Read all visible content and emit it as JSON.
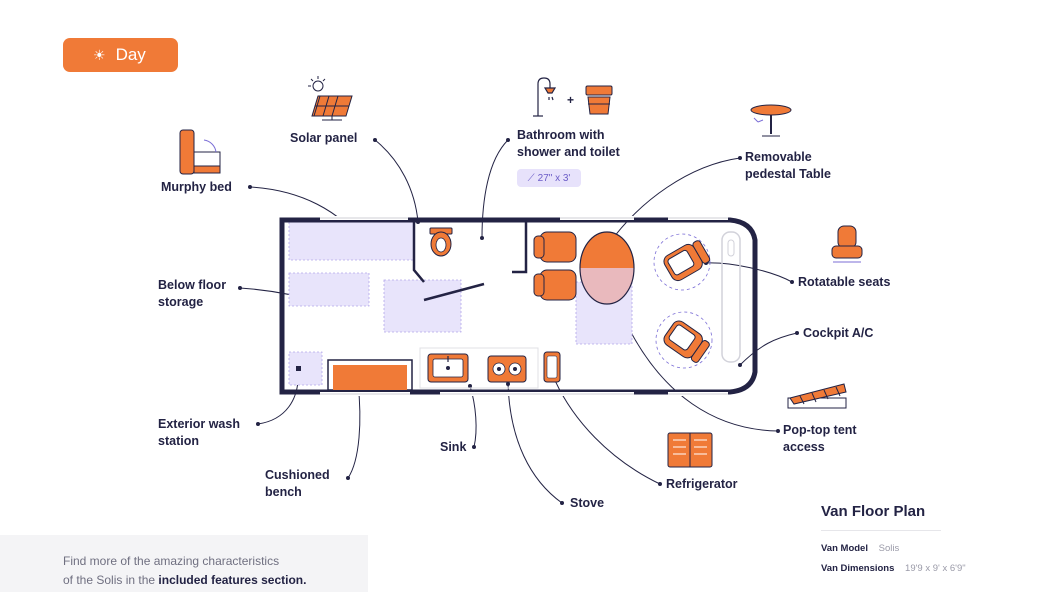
{
  "toggle": {
    "label": "Day",
    "icon": "sun-icon"
  },
  "labels": {
    "solar_panel": "Solar panel",
    "bathroom_1": "Bathroom with",
    "bathroom_2": "shower and toilet",
    "bathroom_size": "27\" x 3'",
    "table_1": "Removable",
    "table_2": "pedestal Table",
    "murphy_bed": "Murphy bed",
    "storage_1": "Below floor",
    "storage_2": "storage",
    "rotatable_seats": "Rotatable seats",
    "cockpit_ac": "Cockpit A/C",
    "wash_1": "Exterior wash",
    "wash_2": "station",
    "sink": "Sink",
    "bench_1": "Cushioned",
    "bench_2": "bench",
    "stove": "Stove",
    "refrigerator": "Refrigerator",
    "poptop_1": "Pop-top tent",
    "poptop_2": "access"
  },
  "note": {
    "line1": "Find more of the amazing characteristics",
    "line2_pre": "of the Solis in the",
    "line2_bold": "included features section."
  },
  "specs": {
    "title": "Van Floor Plan",
    "model_key": "Van Model",
    "model_value": "Solis",
    "dims_key": "Van Dimensions",
    "dims_value": "19'9 x 9' x 6'9\""
  },
  "colors": {
    "accent": "#f07a37",
    "outline": "#232344",
    "zone": "#e8e4fb",
    "zone_border": "#b2a6ea",
    "text": "#232344"
  }
}
